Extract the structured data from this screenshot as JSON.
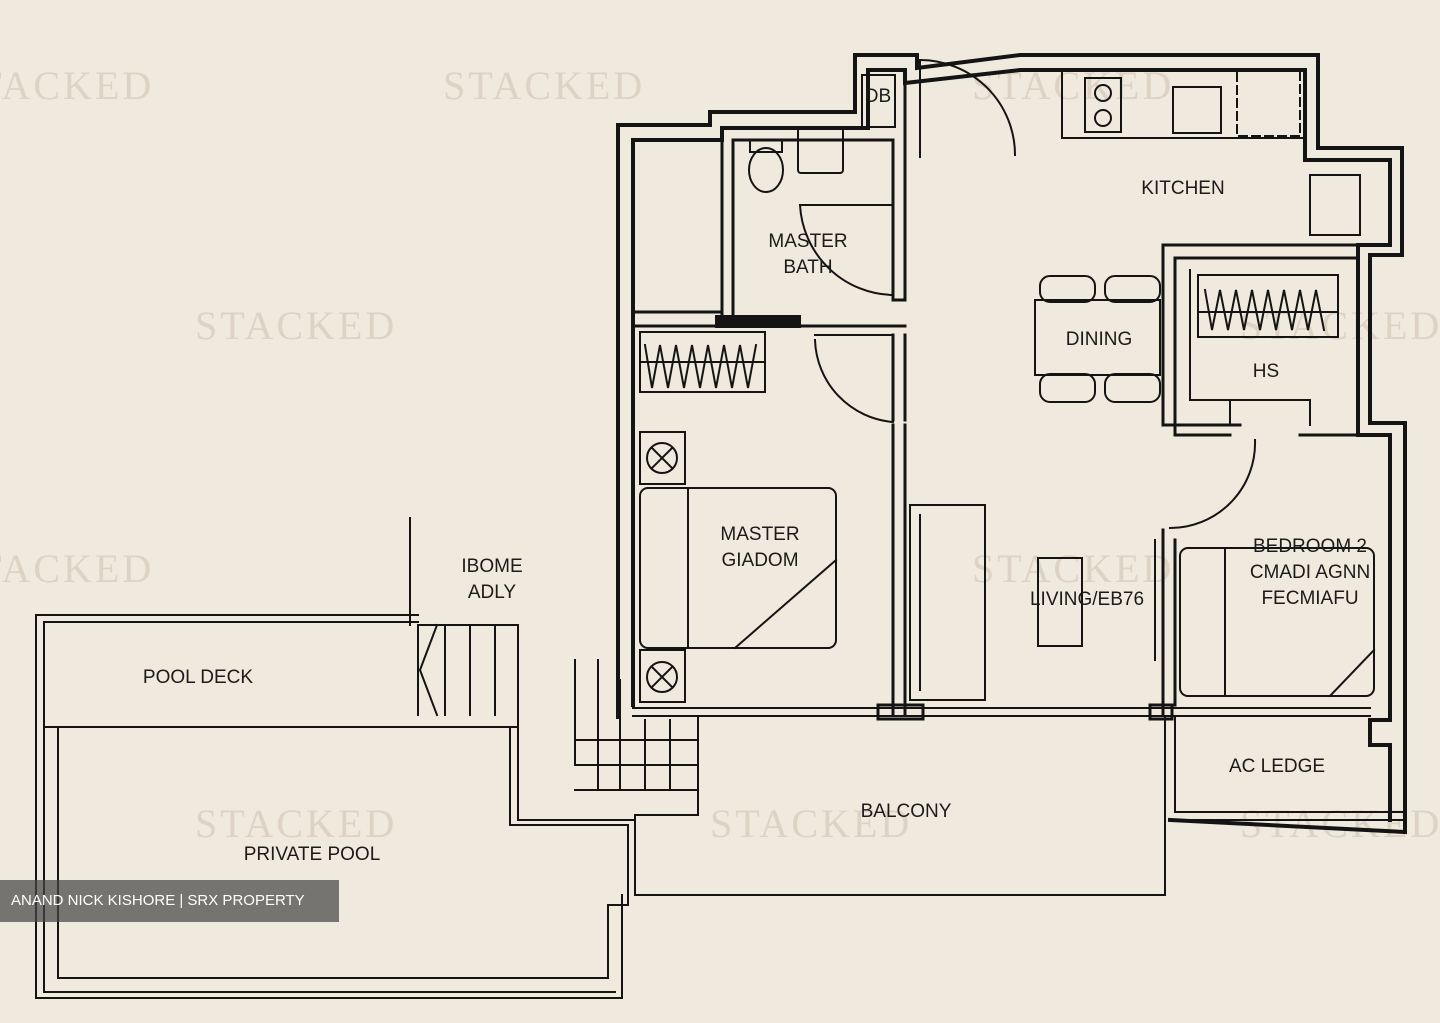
{
  "watermark": "STACKED",
  "rooms": {
    "db": "DB",
    "kitchen": "KITCHEN",
    "master_bath_line1": "MASTER",
    "master_bath_line2": "BATH",
    "dining": "DINING",
    "hs": "HS",
    "master_bedroom_line1": "MASTER",
    "master_bedroom_line2": "GIADOM",
    "living": "LIVING/EB76",
    "bedroom2_line1": "BEDROOM 2",
    "bedroom2_line2": "CMADI AGNN",
    "bedroom2_line3": "FECMIAFU",
    "home_line1": "IBOME",
    "home_line2": "ADLY",
    "pool_deck": "POOL DECK",
    "ac_ledge": "AC LEDGE",
    "balcony": "BALCONY",
    "private_pool": "PRIVATE POOL"
  },
  "credit": "ANAND NICK KISHORE | SRX PROPERTY",
  "colors": {
    "background": "#f0e9dd",
    "wall": "#141414",
    "watermark": "#ddd3c4"
  }
}
